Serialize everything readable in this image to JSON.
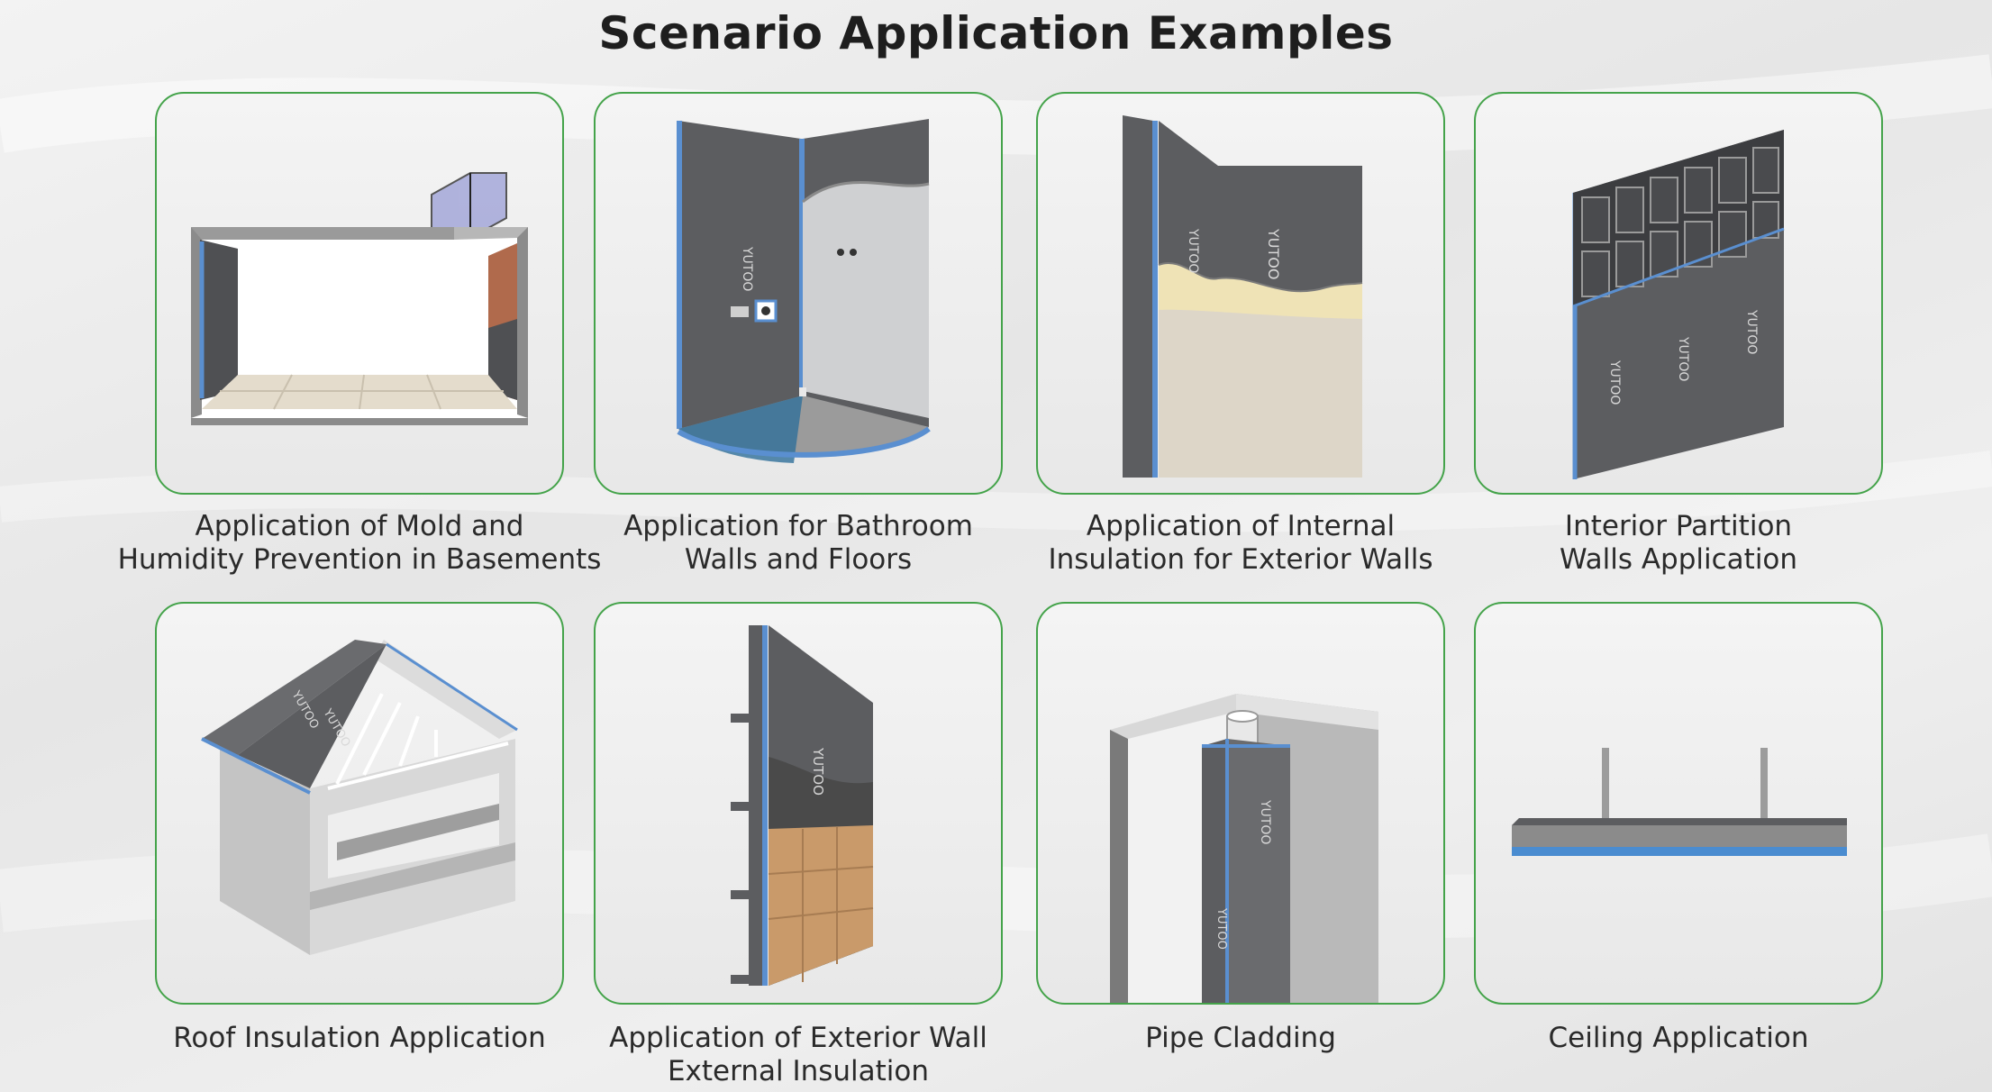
{
  "page": {
    "title": "Scenario Application Examples"
  },
  "brand": {
    "mark": "YUTOO",
    "accent": "#44a34a",
    "board_color": "#5c5d60",
    "edge_color": "#5a8fd0"
  },
  "scenarios": [
    {
      "caption_line1": "Application of Mold and",
      "caption_line2": "Humidity Prevention in Basements"
    },
    {
      "caption_line1": "Application for Bathroom",
      "caption_line2": "Walls and Floors"
    },
    {
      "caption_line1": "Application of Internal",
      "caption_line2": "Insulation for Exterior Walls"
    },
    {
      "caption_line1": "Interior Partition",
      "caption_line2": "Walls Application"
    },
    {
      "caption_line1": "Roof Insulation Application",
      "caption_line2": ""
    },
    {
      "caption_line1": "Application of Exterior Wall",
      "caption_line2": "External Insulation"
    },
    {
      "caption_line1": "Pipe Cladding",
      "caption_line2": ""
    },
    {
      "caption_line1": "Ceiling Application",
      "caption_line2": ""
    }
  ]
}
